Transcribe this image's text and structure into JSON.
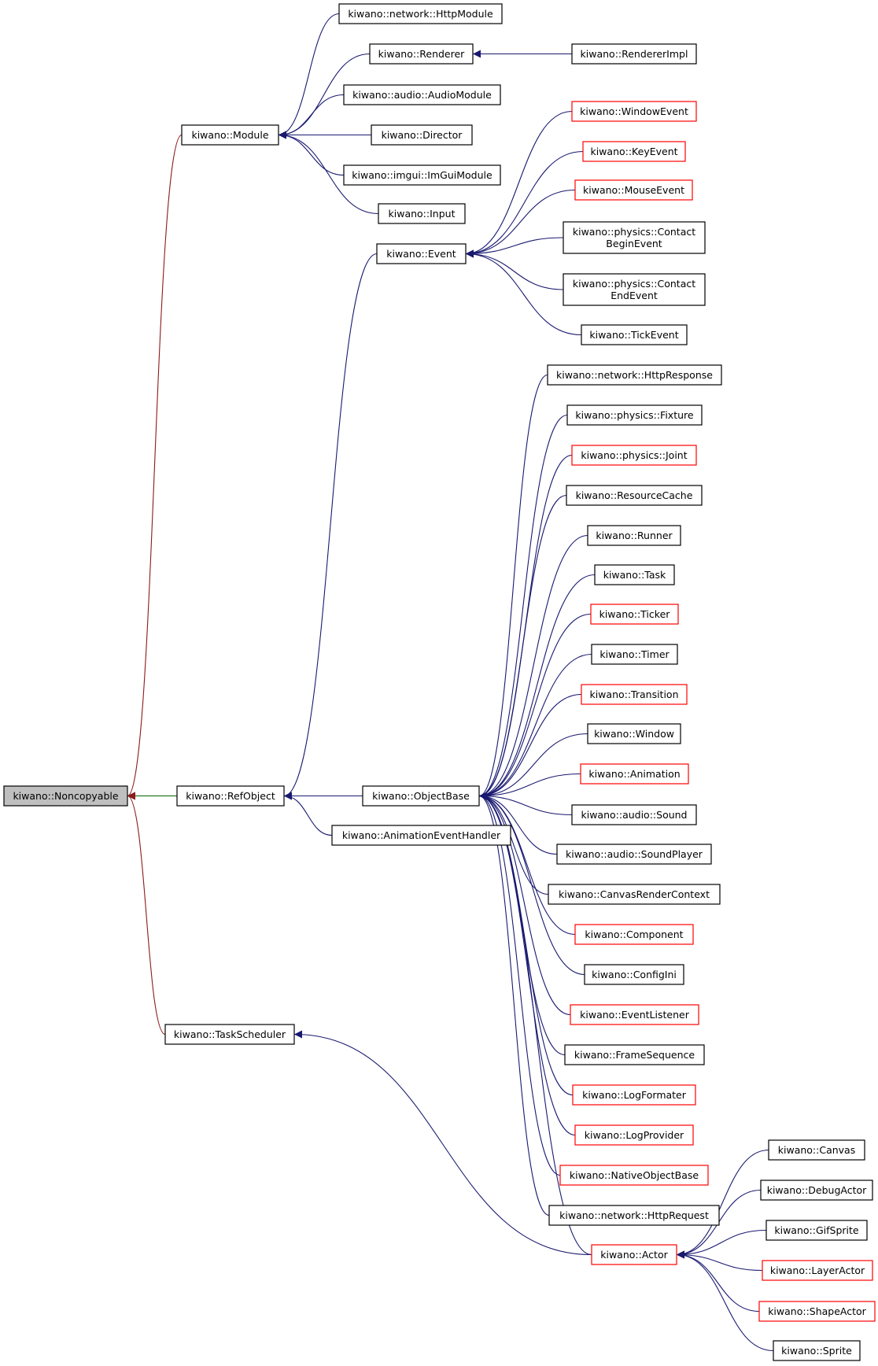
{
  "colors": {
    "background": "#ffffff",
    "node_border": "#000000",
    "node_border_incomplete": "#ff0000",
    "node_fill": "#ffffff",
    "root_fill": "#bfbfbf",
    "edge_inherit": "#191970",
    "edge_private": "#8b1a1a",
    "edge_protected": "#006400",
    "text": "#000000"
  },
  "nodes": [
    {
      "id": "noncopyable",
      "lines": [
        "kiwano::Noncopyable"
      ],
      "root": true
    },
    {
      "id": "module",
      "lines": [
        "kiwano::Module"
      ]
    },
    {
      "id": "refobject",
      "lines": [
        "kiwano::RefObject"
      ]
    },
    {
      "id": "taskscheduler",
      "lines": [
        "kiwano::TaskScheduler"
      ]
    },
    {
      "id": "httpmodule",
      "lines": [
        "kiwano::network::HttpModule"
      ]
    },
    {
      "id": "renderer",
      "lines": [
        "kiwano::Renderer"
      ]
    },
    {
      "id": "rendererimpl",
      "lines": [
        "kiwano::RendererImpl"
      ]
    },
    {
      "id": "audiomodule",
      "lines": [
        "kiwano::audio::AudioModule"
      ]
    },
    {
      "id": "director",
      "lines": [
        "kiwano::Director"
      ]
    },
    {
      "id": "imguimodule",
      "lines": [
        "kiwano::imgui::ImGuiModule"
      ]
    },
    {
      "id": "input",
      "lines": [
        "kiwano::Input"
      ]
    },
    {
      "id": "event",
      "lines": [
        "kiwano::Event"
      ]
    },
    {
      "id": "objectbase",
      "lines": [
        "kiwano::ObjectBase"
      ]
    },
    {
      "id": "animeventhandler",
      "lines": [
        "kiwano::AnimationEventHandler"
      ]
    },
    {
      "id": "windowevent",
      "lines": [
        "kiwano::WindowEvent"
      ],
      "incomplete": true
    },
    {
      "id": "keyevent",
      "lines": [
        "kiwano::KeyEvent"
      ],
      "incomplete": true
    },
    {
      "id": "mouseevent",
      "lines": [
        "kiwano::MouseEvent"
      ],
      "incomplete": true
    },
    {
      "id": "contactbegin",
      "lines": [
        "kiwano::physics::Contact",
        "BeginEvent"
      ]
    },
    {
      "id": "contactend",
      "lines": [
        "kiwano::physics::Contact",
        "EndEvent"
      ]
    },
    {
      "id": "tickevent",
      "lines": [
        "kiwano::TickEvent"
      ]
    },
    {
      "id": "httpresponse",
      "lines": [
        "kiwano::network::HttpResponse"
      ]
    },
    {
      "id": "fixture",
      "lines": [
        "kiwano::physics::Fixture"
      ]
    },
    {
      "id": "joint",
      "lines": [
        "kiwano::physics::Joint"
      ],
      "incomplete": true
    },
    {
      "id": "resourcecache",
      "lines": [
        "kiwano::ResourceCache"
      ]
    },
    {
      "id": "runner",
      "lines": [
        "kiwano::Runner"
      ]
    },
    {
      "id": "task",
      "lines": [
        "kiwano::Task"
      ]
    },
    {
      "id": "ticker",
      "lines": [
        "kiwano::Ticker"
      ],
      "incomplete": true
    },
    {
      "id": "timer",
      "lines": [
        "kiwano::Timer"
      ]
    },
    {
      "id": "transition",
      "lines": [
        "kiwano::Transition"
      ],
      "incomplete": true
    },
    {
      "id": "window",
      "lines": [
        "kiwano::Window"
      ]
    },
    {
      "id": "animation",
      "lines": [
        "kiwano::Animation"
      ],
      "incomplete": true
    },
    {
      "id": "sound",
      "lines": [
        "kiwano::audio::Sound"
      ]
    },
    {
      "id": "soundplayer",
      "lines": [
        "kiwano::audio::SoundPlayer"
      ]
    },
    {
      "id": "canvasrendercontext",
      "lines": [
        "kiwano::CanvasRenderContext"
      ]
    },
    {
      "id": "component",
      "lines": [
        "kiwano::Component"
      ],
      "incomplete": true
    },
    {
      "id": "configini",
      "lines": [
        "kiwano::ConfigIni"
      ]
    },
    {
      "id": "eventlistener",
      "lines": [
        "kiwano::EventListener"
      ],
      "incomplete": true
    },
    {
      "id": "framesequence",
      "lines": [
        "kiwano::FrameSequence"
      ]
    },
    {
      "id": "logformater",
      "lines": [
        "kiwano::LogFormater"
      ],
      "incomplete": true
    },
    {
      "id": "logprovider",
      "lines": [
        "kiwano::LogProvider"
      ],
      "incomplete": true
    },
    {
      "id": "nativeobjectbase",
      "lines": [
        "kiwano::NativeObjectBase"
      ],
      "incomplete": true
    },
    {
      "id": "httprequest",
      "lines": [
        "kiwano::network::HttpRequest"
      ]
    },
    {
      "id": "actor",
      "lines": [
        "kiwano::Actor"
      ],
      "incomplete": true
    },
    {
      "id": "canvas",
      "lines": [
        "kiwano::Canvas"
      ]
    },
    {
      "id": "debugactor",
      "lines": [
        "kiwano::DebugActor"
      ]
    },
    {
      "id": "gifsprite",
      "lines": [
        "kiwano::GifSprite"
      ]
    },
    {
      "id": "layeractor",
      "lines": [
        "kiwano::LayerActor"
      ],
      "incomplete": true
    },
    {
      "id": "shapeactor",
      "lines": [
        "kiwano::ShapeActor"
      ],
      "incomplete": true
    },
    {
      "id": "sprite",
      "lines": [
        "kiwano::Sprite"
      ]
    }
  ],
  "edges": [
    {
      "parent": "noncopyable",
      "child": "module",
      "kind": "private"
    },
    {
      "parent": "noncopyable",
      "child": "refobject",
      "kind": "protected"
    },
    {
      "parent": "noncopyable",
      "child": "taskscheduler",
      "kind": "private"
    },
    {
      "parent": "module",
      "child": "httpmodule",
      "kind": "public"
    },
    {
      "parent": "module",
      "child": "renderer",
      "kind": "public"
    },
    {
      "parent": "module",
      "child": "audiomodule",
      "kind": "public"
    },
    {
      "parent": "module",
      "child": "director",
      "kind": "public"
    },
    {
      "parent": "module",
      "child": "imguimodule",
      "kind": "public"
    },
    {
      "parent": "module",
      "child": "input",
      "kind": "public"
    },
    {
      "parent": "renderer",
      "child": "rendererimpl",
      "kind": "public"
    },
    {
      "parent": "refobject",
      "child": "event",
      "kind": "public"
    },
    {
      "parent": "refobject",
      "child": "objectbase",
      "kind": "public"
    },
    {
      "parent": "refobject",
      "child": "animeventhandler",
      "kind": "public"
    },
    {
      "parent": "event",
      "child": "windowevent",
      "kind": "public"
    },
    {
      "parent": "event",
      "child": "keyevent",
      "kind": "public"
    },
    {
      "parent": "event",
      "child": "mouseevent",
      "kind": "public"
    },
    {
      "parent": "event",
      "child": "contactbegin",
      "kind": "public"
    },
    {
      "parent": "event",
      "child": "contactend",
      "kind": "public"
    },
    {
      "parent": "event",
      "child": "tickevent",
      "kind": "public"
    },
    {
      "parent": "objectbase",
      "child": "httpresponse",
      "kind": "public"
    },
    {
      "parent": "objectbase",
      "child": "fixture",
      "kind": "public"
    },
    {
      "parent": "objectbase",
      "child": "joint",
      "kind": "public"
    },
    {
      "parent": "objectbase",
      "child": "resourcecache",
      "kind": "public"
    },
    {
      "parent": "objectbase",
      "child": "runner",
      "kind": "public"
    },
    {
      "parent": "objectbase",
      "child": "task",
      "kind": "public"
    },
    {
      "parent": "objectbase",
      "child": "ticker",
      "kind": "public"
    },
    {
      "parent": "objectbase",
      "child": "timer",
      "kind": "public"
    },
    {
      "parent": "objectbase",
      "child": "transition",
      "kind": "public"
    },
    {
      "parent": "objectbase",
      "child": "window",
      "kind": "public"
    },
    {
      "parent": "objectbase",
      "child": "animation",
      "kind": "public"
    },
    {
      "parent": "objectbase",
      "child": "sound",
      "kind": "public"
    },
    {
      "parent": "objectbase",
      "child": "soundplayer",
      "kind": "public"
    },
    {
      "parent": "objectbase",
      "child": "canvasrendercontext",
      "kind": "public"
    },
    {
      "parent": "objectbase",
      "child": "component",
      "kind": "public"
    },
    {
      "parent": "objectbase",
      "child": "configini",
      "kind": "public"
    },
    {
      "parent": "objectbase",
      "child": "eventlistener",
      "kind": "public"
    },
    {
      "parent": "objectbase",
      "child": "framesequence",
      "kind": "public"
    },
    {
      "parent": "objectbase",
      "child": "logformater",
      "kind": "public"
    },
    {
      "parent": "objectbase",
      "child": "logprovider",
      "kind": "public"
    },
    {
      "parent": "objectbase",
      "child": "nativeobjectbase",
      "kind": "public"
    },
    {
      "parent": "objectbase",
      "child": "httprequest",
      "kind": "public"
    },
    {
      "parent": "objectbase",
      "child": "actor",
      "kind": "public"
    },
    {
      "parent": "taskscheduler",
      "child": "actor",
      "kind": "public"
    },
    {
      "parent": "actor",
      "child": "canvas",
      "kind": "public"
    },
    {
      "parent": "actor",
      "child": "debugactor",
      "kind": "public"
    },
    {
      "parent": "actor",
      "child": "gifsprite",
      "kind": "public"
    },
    {
      "parent": "actor",
      "child": "layeractor",
      "kind": "public"
    },
    {
      "parent": "actor",
      "child": "shapeactor",
      "kind": "public"
    },
    {
      "parent": "actor",
      "child": "sprite",
      "kind": "public"
    }
  ]
}
